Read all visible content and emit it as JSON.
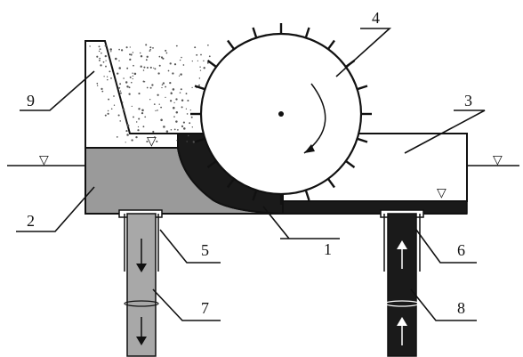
{
  "diagram": {
    "labels": [
      {
        "id": "1",
        "text": "1"
      },
      {
        "id": "2",
        "text": "2"
      },
      {
        "id": "3",
        "text": "3"
      },
      {
        "id": "4",
        "text": "4"
      },
      {
        "id": "5",
        "text": "5"
      },
      {
        "id": "6",
        "text": "6"
      },
      {
        "id": "7",
        "text": "7"
      },
      {
        "id": "8",
        "text": "8"
      },
      {
        "id": "9",
        "text": "9"
      }
    ],
    "water_level_symbol": "▽",
    "colors": {
      "outline": "#111111",
      "hopper_fill": "#ffffff",
      "gray_zone": "#9a9a9a",
      "dark_zone": "#1a1a1a",
      "left_pipe": "#a8a8a8",
      "right_pipe": "#1a1a1a"
    }
  }
}
